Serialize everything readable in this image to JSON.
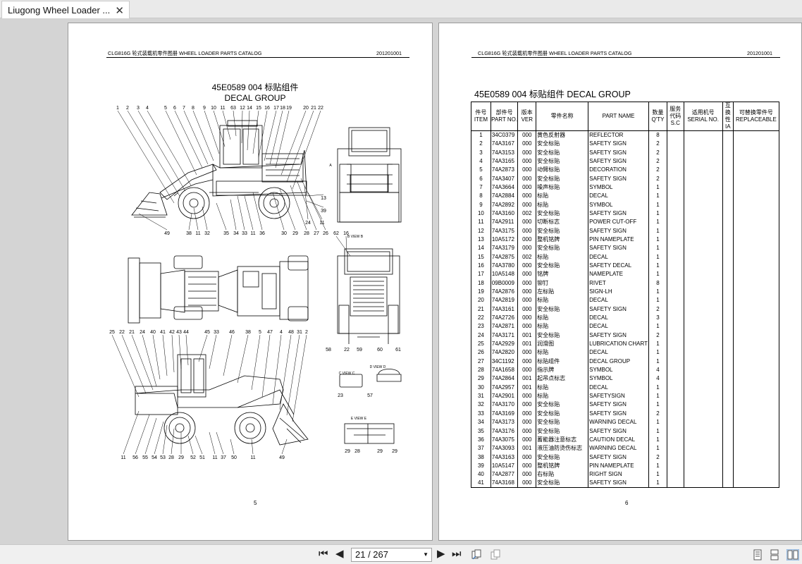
{
  "window": {
    "tab_title": "Liugong Wheel Loader ...",
    "close": "✕"
  },
  "left_page": {
    "header_left": "CLG816G 轮式装载机零件图册 WHEEL LOADER PARTS CATALOG",
    "header_right": "201201001",
    "title_line1": "45E0589 004  标贴组件",
    "title_line2": "DECAL GROUP",
    "page_number": "5"
  },
  "right_page": {
    "header_left": "CLG816G 轮式装载机零件图册 WHEEL LOADER PARTS CATALOG",
    "header_right": "201201001",
    "title": "45E0589 004  标贴组件  DECAL GROUP",
    "page_number": "6"
  },
  "table": {
    "headers": [
      "件号 ITEM",
      "部件号 PART NO.",
      "版本 VER",
      "零件名称",
      "PART NAME",
      "数量 Q'TY",
      "服务代码 S.C",
      "适用机号 SERIAL NO.",
      "互换性 IA",
      "可替换零件号 REPLACEABLE"
    ],
    "rows": [
      [
        "1",
        "34C0379",
        "000",
        "黄色反射器",
        "REFLECTOR",
        "8"
      ],
      [
        "2",
        "74A3167",
        "000",
        "安全标贴",
        "SAFETY SIGN",
        "2"
      ],
      [
        "3",
        "74A3153",
        "000",
        "安全标贴",
        "SAFETY SIGN",
        "2"
      ],
      [
        "4",
        "74A3165",
        "000",
        "安全标贴",
        "SAFETY SIGN",
        "2"
      ],
      [
        "5",
        "74A2873",
        "000",
        "动臂标贴",
        "DECORATION",
        "2"
      ],
      [
        "6",
        "74A3407",
        "000",
        "安全标贴",
        "SAFETY SIGN",
        "2"
      ],
      [
        "7",
        "74A3664",
        "000",
        "噪声标贴",
        "SYMBOL",
        "1"
      ],
      [
        "8",
        "74A2884",
        "000",
        "标贴",
        "DECAL",
        "1"
      ],
      [
        "9",
        "74A2892",
        "000",
        "标贴",
        "SYMBOL",
        "1"
      ],
      [
        "10",
        "74A3160",
        "002",
        "安全标贴",
        "SAFETY SIGN",
        "1"
      ],
      [
        "11",
        "74A2911",
        "000",
        "切断标志",
        "POWER CUT-OFF",
        "1"
      ],
      [
        "12",
        "74A3175",
        "000",
        "安全标贴",
        "SAFETY SIGN",
        "1"
      ],
      [
        "13",
        "10A5172",
        "000",
        "整机铭牌",
        "PIN NAMEPLATE",
        "1"
      ],
      [
        "14",
        "74A3179",
        "000",
        "安全标贴",
        "SAFETY SIGN",
        "1"
      ],
      [
        "15",
        "74A2875",
        "002",
        "标贴",
        "DECAL",
        "1"
      ],
      [
        "16",
        "74A3780",
        "000",
        "安全标贴",
        "SAFETY DECAL",
        "1"
      ],
      [
        "17",
        "10A5148",
        "000",
        "铭牌",
        "NAMEPLATE",
        "1"
      ],
      [
        "18",
        "09B0009",
        "000",
        "铆钉",
        "RIVET",
        "8"
      ],
      [
        "19",
        "74A2876",
        "000",
        "左标贴",
        "SIGN-LH",
        "1"
      ],
      [
        "20",
        "74A2819",
        "000",
        "标贴",
        "DECAL",
        "1"
      ],
      [
        "21",
        "74A3161",
        "000",
        "安全标贴",
        "SAFETY SIGN",
        "2"
      ],
      [
        "22",
        "74A2726",
        "000",
        "标贴",
        "DECAL",
        "3"
      ],
      [
        "23",
        "74A2871",
        "000",
        "标贴",
        "DECAL",
        "1"
      ],
      [
        "24",
        "74A3171",
        "001",
        "安全标贴",
        "SAFETY SIGN",
        "2"
      ],
      [
        "25",
        "74A2929",
        "001",
        "润滑图",
        "LUBRICATION CHART",
        "1"
      ],
      [
        "26",
        "74A2820",
        "000",
        "标贴",
        "DECAL",
        "1"
      ],
      [
        "27",
        "34C1192",
        "000",
        "标贴组件",
        "DECAL GROUP",
        "1"
      ],
      [
        "28",
        "74A1658",
        "000",
        "指示牌",
        "SYMBOL",
        "4"
      ],
      [
        "29",
        "74A2864",
        "001",
        "起吊点标志",
        "SYMBOL",
        "4"
      ],
      [
        "30",
        "74A2957",
        "001",
        "标贴",
        "DECAL",
        "1"
      ],
      [
        "31",
        "74A2901",
        "000",
        "标贴",
        "SAFETYSIGN",
        "1"
      ],
      [
        "32",
        "74A3170",
        "000",
        "安全标贴",
        "SAFETY SIGN",
        "1"
      ],
      [
        "33",
        "74A3169",
        "000",
        "安全标贴",
        "SAFETY SIGN",
        "2"
      ],
      [
        "34",
        "74A3173",
        "000",
        "安全标贴",
        "WARNING DECAL",
        "1"
      ],
      [
        "35",
        "74A3176",
        "000",
        "安全标贴",
        "SAFETY SIGN",
        "1"
      ],
      [
        "36",
        "74A3075",
        "000",
        "蓄能器注意标志",
        "CAUTION DECAL",
        "1"
      ],
      [
        "37",
        "74A3093",
        "001",
        "液压油防烫伤标志",
        "WARNING DECAL",
        "1"
      ],
      [
        "38",
        "74A3163",
        "000",
        "安全标贴",
        "SAFETY SIGN",
        "2"
      ],
      [
        "39",
        "10A5147",
        "000",
        "整机铭牌",
        "PIN NAMEPLATE",
        "1"
      ],
      [
        "40",
        "74A2877",
        "000",
        "右标贴",
        "RIGHT SIGN",
        "1"
      ],
      [
        "41",
        "74A3168",
        "000",
        "安全标贴",
        "SAFETY SIGN",
        "1"
      ]
    ]
  },
  "diagram": {
    "top_callouts": [
      "1",
      "2",
      "3",
      "4",
      "5",
      "6",
      "7",
      "8",
      "9",
      "10",
      "11",
      "63",
      "12",
      "14",
      "15",
      "16",
      "17",
      "18",
      "19",
      "20",
      "21",
      "22"
    ],
    "mid_callouts": [
      "49",
      "38",
      "11",
      "32",
      "35",
      "34",
      "33",
      "11",
      "36",
      "30",
      "29",
      "28",
      "27",
      "26",
      "24",
      "11",
      "13",
      "39",
      "62",
      "16"
    ],
    "lower_top_callouts": [
      "25",
      "22",
      "21",
      "24",
      "40",
      "41",
      "42",
      "43",
      "44",
      "45",
      "33",
      "46",
      "38",
      "5",
      "47",
      "4",
      "48",
      "31",
      "2"
    ],
    "lower_bottom_callouts": [
      "11",
      "56",
      "55",
      "54",
      "53",
      "28",
      "29",
      "52",
      "51",
      "11",
      "37",
      "50",
      "11",
      "49"
    ],
    "right_callouts": [
      "58",
      "22",
      "59",
      "60",
      "61",
      "23",
      "57",
      "29",
      "28",
      "29",
      "29"
    ],
    "view_labels": [
      "A",
      "B VIEW B",
      "C VIEW C",
      "D VIEW D",
      "E VIEW E",
      "A",
      "B",
      "C",
      "D"
    ]
  },
  "toolbar": {
    "page_field": "21 / 267"
  },
  "colors": {
    "viewer_bg": "#d4d4d4",
    "toolbar_bg": "#f0f0f0"
  }
}
